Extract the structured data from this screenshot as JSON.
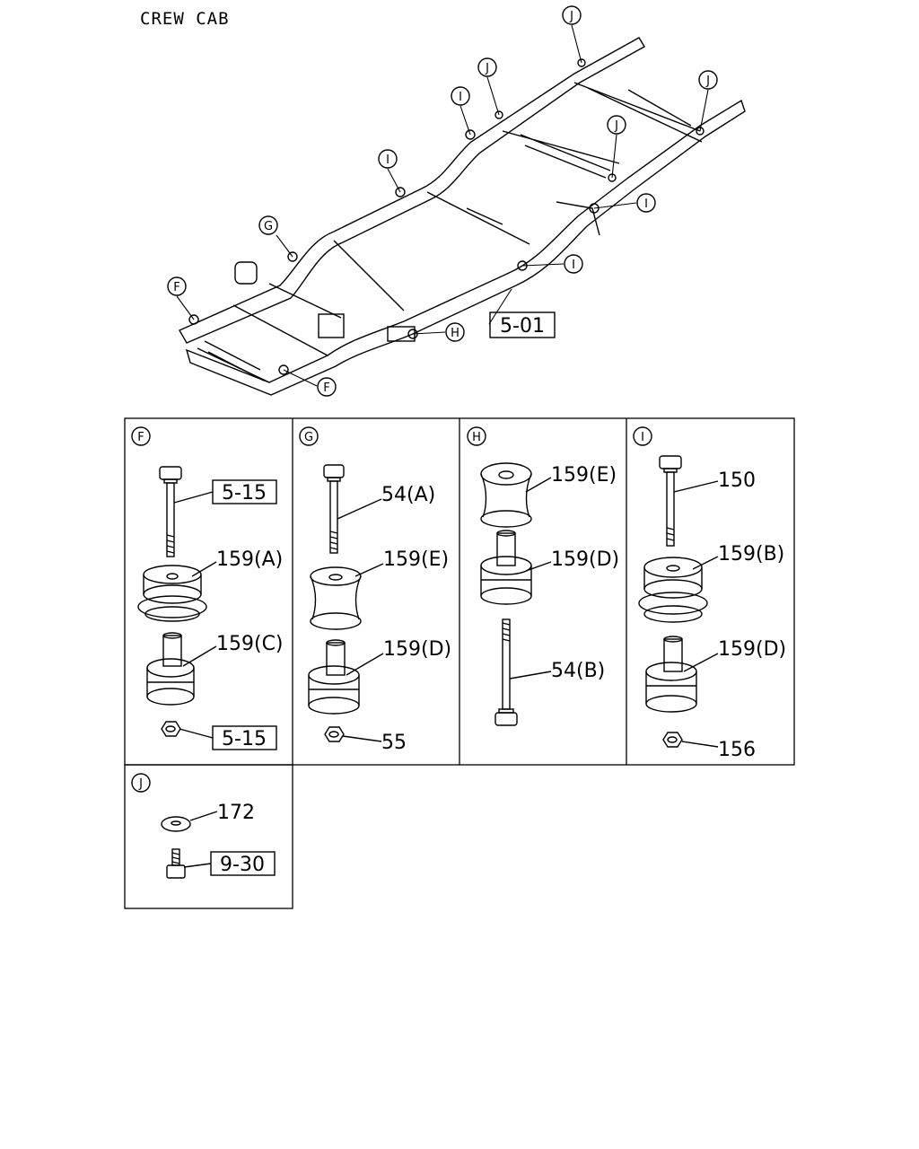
{
  "title": "CREW CAB",
  "frame": {
    "callouts": {
      "j1": "J",
      "j2": "J",
      "j3": "J",
      "j4": "J",
      "i1": "I",
      "i2": "I",
      "i3": "I",
      "i4": "I",
      "g": "G",
      "f1": "F",
      "f2": "F",
      "h": "H"
    },
    "ref": "5-01"
  },
  "panels": {
    "F": {
      "letter": "F",
      "bolt_ref": "5-15",
      "upper_pad": "159(A)",
      "lower_pad": "159(C)",
      "nut_ref": "5-15"
    },
    "G": {
      "letter": "G",
      "bolt": "54(A)",
      "upper_pad": "159(E)",
      "lower_pad": "159(D)",
      "nut": "55"
    },
    "H": {
      "letter": "H",
      "upper_pad": "159(E)",
      "lower_pad": "159(D)",
      "bolt": "54(B)"
    },
    "I": {
      "letter": "I",
      "bolt": "150",
      "upper_pad": "159(B)",
      "lower_pad": "159(D)",
      "nut": "156"
    },
    "J": {
      "letter": "J",
      "washer": "172",
      "screw_ref": "9-30"
    }
  }
}
